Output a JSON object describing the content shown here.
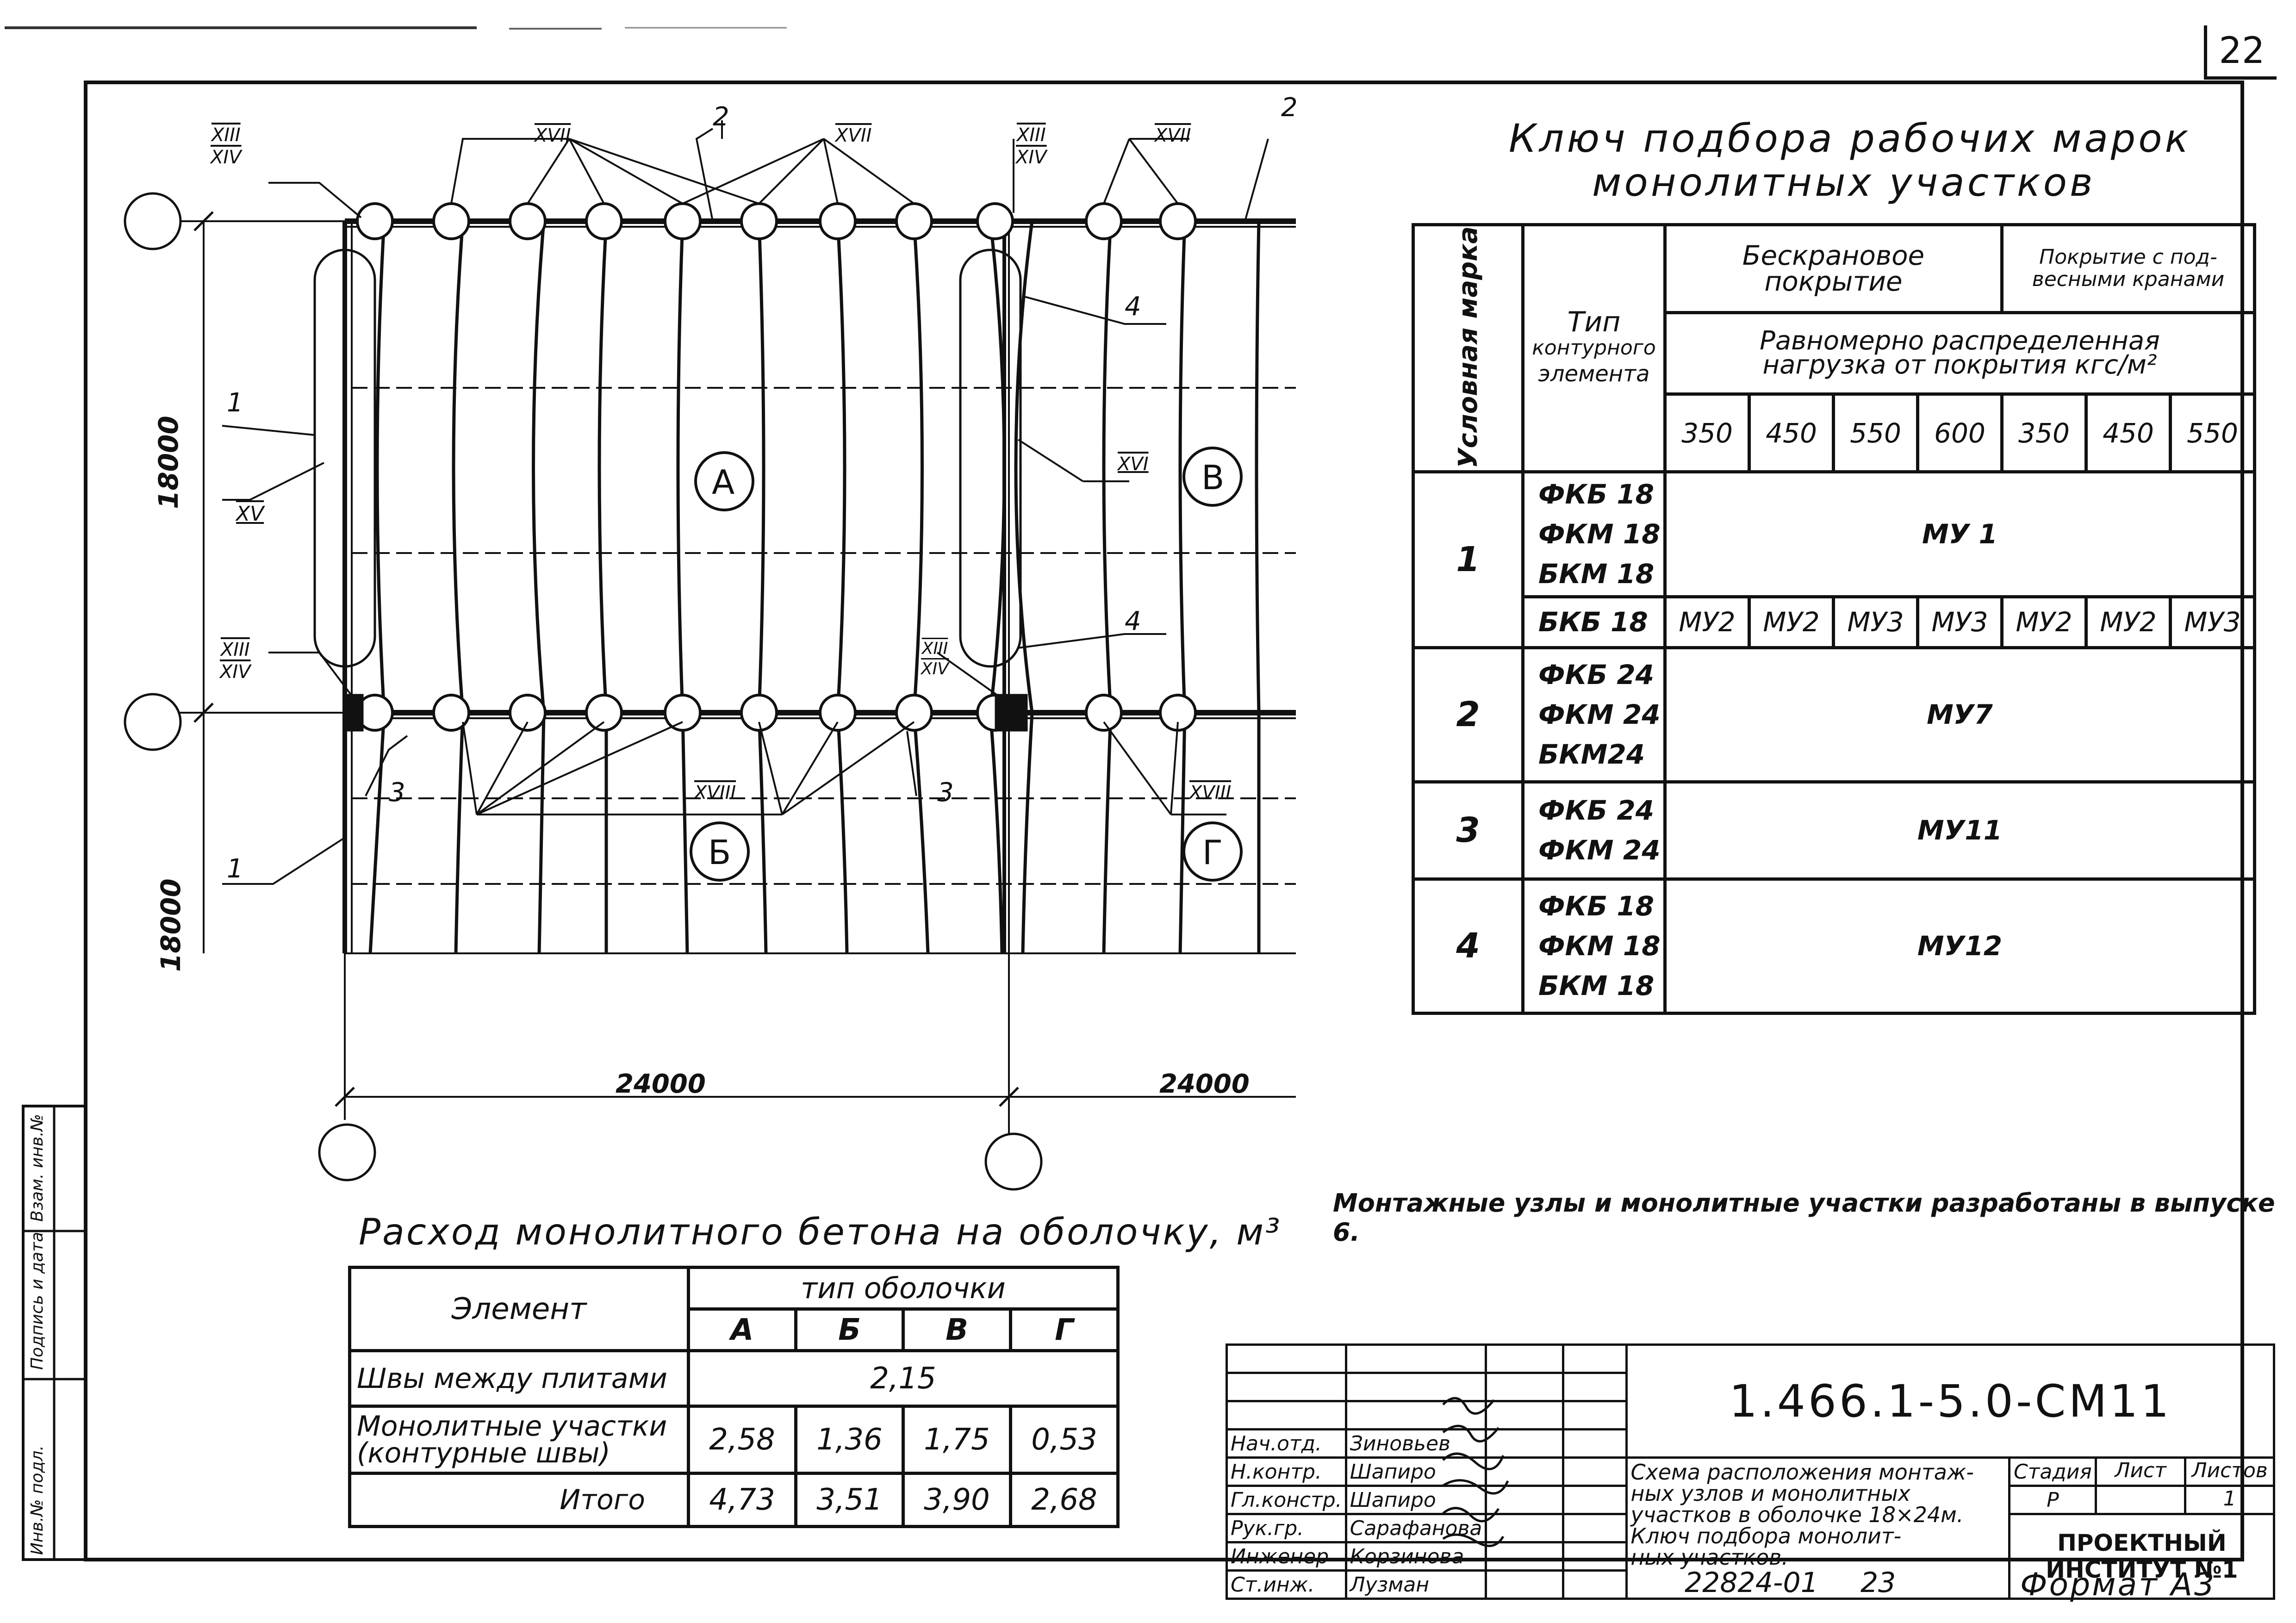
{
  "sheet_number": "22",
  "plan": {
    "sections": {
      "xiii_xiv_top_left": [
        "XIII",
        "XIV"
      ],
      "xvii_top_a": "XVII",
      "xvii_top_b": "XVII",
      "xiii_xiv_top_mid": [
        "XIII",
        "XIV"
      ],
      "xvii_top_c": "XVII",
      "xv_left": "XV",
      "xiii_xiv_bottom_left": [
        "XIII",
        "XIV"
      ],
      "xvi_right": "XVI",
      "xiii_xiv_bottom_mid": [
        "XIII",
        "XIV"
      ],
      "xviii_bottom_mid": "XVIII",
      "xviii_bottom_right": "XVIII"
    },
    "callouts": {
      "two_a": "2",
      "two_b": "2",
      "one_a": "1",
      "one_b": "1",
      "three_a": "3",
      "three_b": "3",
      "four_a": "4",
      "four_b": "4"
    },
    "zones": {
      "a": "А",
      "b": "Б",
      "v": "В",
      "g": "Г"
    },
    "dims": {
      "left_top": "18000",
      "left_bottom": "18000",
      "bottom_a": "24000",
      "bottom_b": "24000"
    }
  },
  "key": {
    "title_line1": "Ключ подбора рабочих марок",
    "title_line2": "монолитных участков",
    "hdr_mark": "Условная марка",
    "hdr_type": [
      "Тип",
      "контурного",
      "элемента"
    ],
    "hdr_craneless": [
      "Бескрановое",
      "покрытие"
    ],
    "hdr_crane": [
      "Покрытие с под-",
      "весными кранами"
    ],
    "hdr_load": [
      "Равномерно распределенная",
      "нагрузка от покрытия кгс/м²"
    ],
    "loads": [
      "350",
      "450",
      "550",
      "600",
      "350",
      "450",
      "550"
    ],
    "rows": [
      {
        "mark": "1",
        "elements": [
          "ФКБ 18",
          "ФКМ 18",
          "БКМ 18"
        ],
        "value": "МУ 1",
        "sub_element": "БКБ 18",
        "sub_values": [
          "МУ2",
          "МУ2",
          "МУ3",
          "МУ3",
          "МУ2",
          "МУ2",
          "МУ3"
        ]
      },
      {
        "mark": "2",
        "elements": [
          "ФКБ 24",
          "ФКМ 24",
          "БКМ24"
        ],
        "value": "МУ7"
      },
      {
        "mark": "3",
        "elements": [
          "ФКБ 24",
          "ФКМ 24"
        ],
        "value": "МУ11"
      },
      {
        "mark": "4",
        "elements": [
          "ФКБ 18",
          "ФКМ 18",
          "БКМ 18"
        ],
        "value": "МУ12"
      }
    ]
  },
  "note": "Монтажные узлы и монолитные участки разработаны в выпуске 6.",
  "concrete": {
    "title": "Расход монолитного бетона на оболочку, м³",
    "hdr_element": "Элемент",
    "hdr_type": "тип оболочки",
    "types": [
      "А",
      "Б",
      "В",
      "Г"
    ],
    "rows": [
      {
        "label": "Швы между плитами",
        "merged": "2,15"
      },
      {
        "label": [
          "Монолитные участки",
          "(контурные швы)"
        ],
        "values": [
          "2,58",
          "1,36",
          "1,75",
          "0,53"
        ]
      },
      {
        "label": "Итого",
        "values": [
          "4,73",
          "3,51",
          "3,90",
          "2,68"
        ]
      }
    ]
  },
  "title_block": {
    "code": "1.466.1-5.0-СМ11",
    "roles": [
      "Нач.отд.",
      "Н.контр.",
      "Гл.констр.",
      "Рук.гр.",
      "Инженер",
      "Ст.инж."
    ],
    "names": [
      "Зиновьев",
      "Шапиро",
      "Шапиро",
      "Сарафанова",
      "Корзинова",
      "Лузман"
    ],
    "description": [
      "Схема расположения монтаж-",
      "ных узлов и монолитных",
      "участков в оболочке 18×24м.",
      "Ключ подбора монолит-",
      "ных участков."
    ],
    "stage_hdr": "Стадия",
    "sheet_hdr": "Лист",
    "sheets_hdr": "Листов",
    "stage": "Р",
    "sheets": "1",
    "institute": "ПРОЕКТНЫЙ ИНСТИТУТ №1"
  },
  "margin": {
    "inv_no": "Инв.№ подл.",
    "sign_date": "Подпись и дата",
    "replace_inv": "Взам. инв.№"
  },
  "footer": {
    "order": "22824-01",
    "page": "23",
    "format": "Формат А3"
  }
}
